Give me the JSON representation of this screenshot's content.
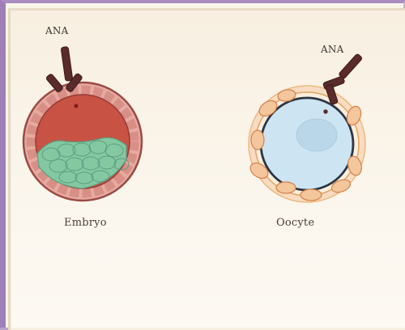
{
  "labels": {
    "ana_left": "ANA",
    "ana_right": "ANA",
    "embryo": "Embryo",
    "oocyte": "Oocyte"
  },
  "colors": {
    "embryo_blood": "#c85244",
    "embryo_shell": "#e7aaa0",
    "embryo_green": "#84c8a2",
    "oocyte_blue": "#cde5f2",
    "oocyte_halo": "#f1ca96",
    "antibody": "#5a2b2a"
  }
}
